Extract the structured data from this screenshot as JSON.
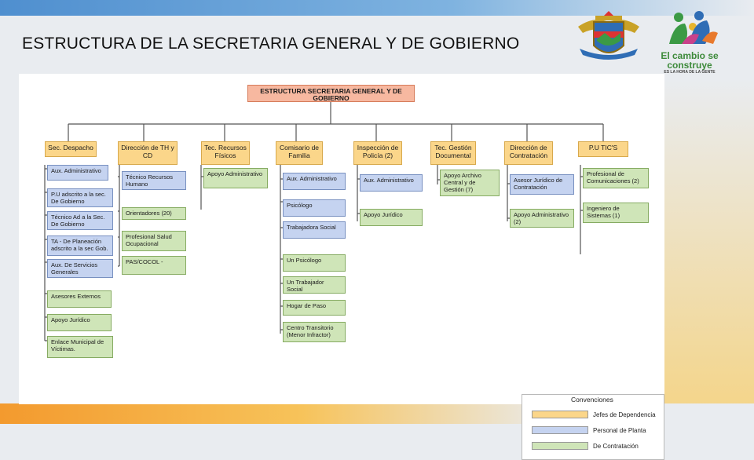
{
  "slide_title": "ESTRUCTURA DE LA SECRETARIA GENERAL Y DE GOBIERNO",
  "logo_right": {
    "text": "El cambio se construye",
    "slogan": "ES LA HORA DE LA GENTE"
  },
  "chart": {
    "top": "ESTRUCTURA SECRETARIA GENERAL Y DE GOBIERNO",
    "heads": [
      "Sec. Despacho",
      "Dirección de TH y CD",
      "Tec. Recursos Físicos",
      "Comisario de Familia",
      "Inspección de Policía (2)",
      "Tec. Gestión Documental",
      "Dirección de Contratación",
      "P.U TIC'S"
    ],
    "subs": [
      "Aux. Administrativo",
      "P.U adscrito a la sec. De Gobierno",
      "Técnico Ad a la Sec. De Gobierno",
      "TA - De Planeación adscrito a la sec Gob.",
      "Aux. De Servicios Generales",
      "Asesores Externos",
      "Apoyo Jurídico",
      "Enlace Municipal de Víctimas.",
      "Técnico Recursos Humano",
      "Orientadores (20)",
      "Profesional Salud Ocupacional",
      "PAS/COCOL -",
      "Apoyo Administrativo",
      "Aux. Administrativo",
      "Psicólogo",
      "Trabajadora Social",
      "Un Psicólogo",
      "Un Trabajador Social",
      "Hogar de Paso",
      "Centro Transitorio (Menor Infractor)",
      "Aux. Administrativo",
      "Apoyo Jurídico",
      "Apoyo Archivo Central y de Gestión (7)",
      "Asesor Jurídico de Contratación",
      "Apoyo Administrativo (2)",
      "Profesional de Comunicaciones (2)",
      "Ingeniero de Sistemas (1)"
    ]
  },
  "legend": {
    "title": "Convenciones",
    "items": [
      "Jefes de Dependencia",
      "Personal de Planta",
      "De Contratación"
    ]
  },
  "colors": {
    "jefes": "#fbd68a",
    "planta": "#c5d3f0",
    "contratacion": "#cfe5b8",
    "top": "#f7b8a0"
  }
}
